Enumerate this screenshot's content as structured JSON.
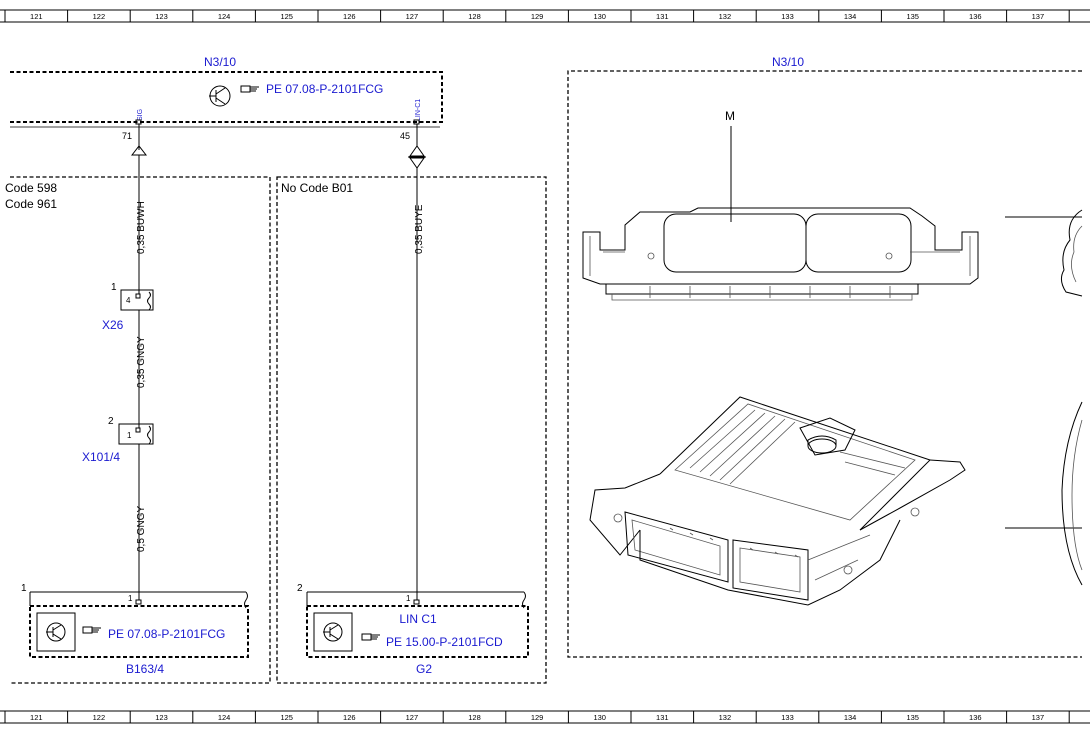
{
  "grid": {
    "columns": [
      "121",
      "122",
      "123",
      "124",
      "125",
      "126",
      "127",
      "128",
      "129",
      "130",
      "131",
      "132",
      "133",
      "134",
      "135",
      "136",
      "137"
    ]
  },
  "units": {
    "n3_10_left": "N3/10",
    "n3_10_right": "N3/10",
    "b163_4": "B163/4",
    "g2": "G2",
    "x26": "X26",
    "x101_4": "X101/4"
  },
  "references": {
    "top": "PE 07.08-P-2101FCG",
    "b163_4": "PE 07.08-P-2101FCG",
    "g2": "PE 15.00-P-2101FCD"
  },
  "pins": {
    "sig_label": "SIG",
    "lin_label": "LIN-C1",
    "sig_pin": "71",
    "lin_pin": "45",
    "x26_pos": "1",
    "x26_pin": "4",
    "x101_pos": "2",
    "x101_pin": "1",
    "b163_pos": "1",
    "b163_pin": "1",
    "g2_pos": "2",
    "g2_pin": "1",
    "g2_lin": "LIN C1"
  },
  "wires": {
    "w1": "0,35 BUWH",
    "w2": "0,35 GNGY",
    "w3": "0,5 GNGY",
    "w4": "0,35 BUYE"
  },
  "codes": {
    "code_598": "Code 598",
    "code_961": "Code 961",
    "no_code_b01": "No Code B01"
  },
  "illustration": {
    "component_label": "M"
  },
  "colors": {
    "reference_blue": "#1a1ad0",
    "line": "#000000"
  }
}
